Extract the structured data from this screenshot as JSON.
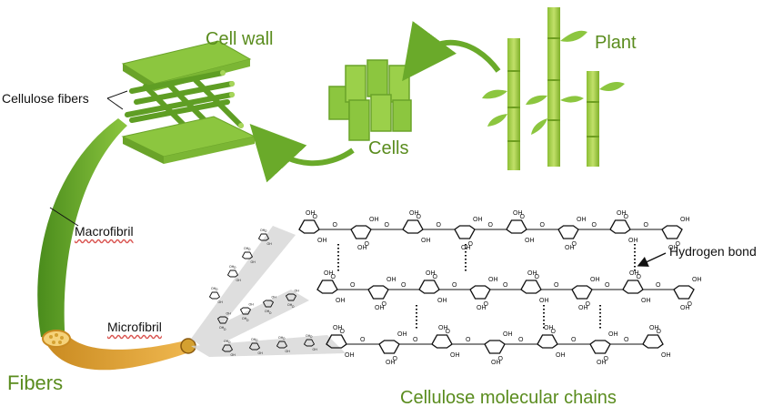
{
  "labels": {
    "cell_wall": "Cell wall",
    "plant": "Plant",
    "cells": "Cells",
    "cellulose_fibers": "Cellulose fibers",
    "macrofibril": "Macrofibril",
    "microfibril": "Microfibril",
    "fibers": "Fibers",
    "hydrogen_bond": "Hydrogen bond",
    "cellulose_chains": "Cellulose molecular chains"
  },
  "molecule": {
    "hydroxyl": "OH",
    "oxygen": "O"
  },
  "colors": {
    "green_light": "#8cc63f",
    "green_dark": "#4a8c1c",
    "green_text": "#5a8c1e",
    "orange": "#e0a030",
    "bamboo": "#a6d04a"
  }
}
